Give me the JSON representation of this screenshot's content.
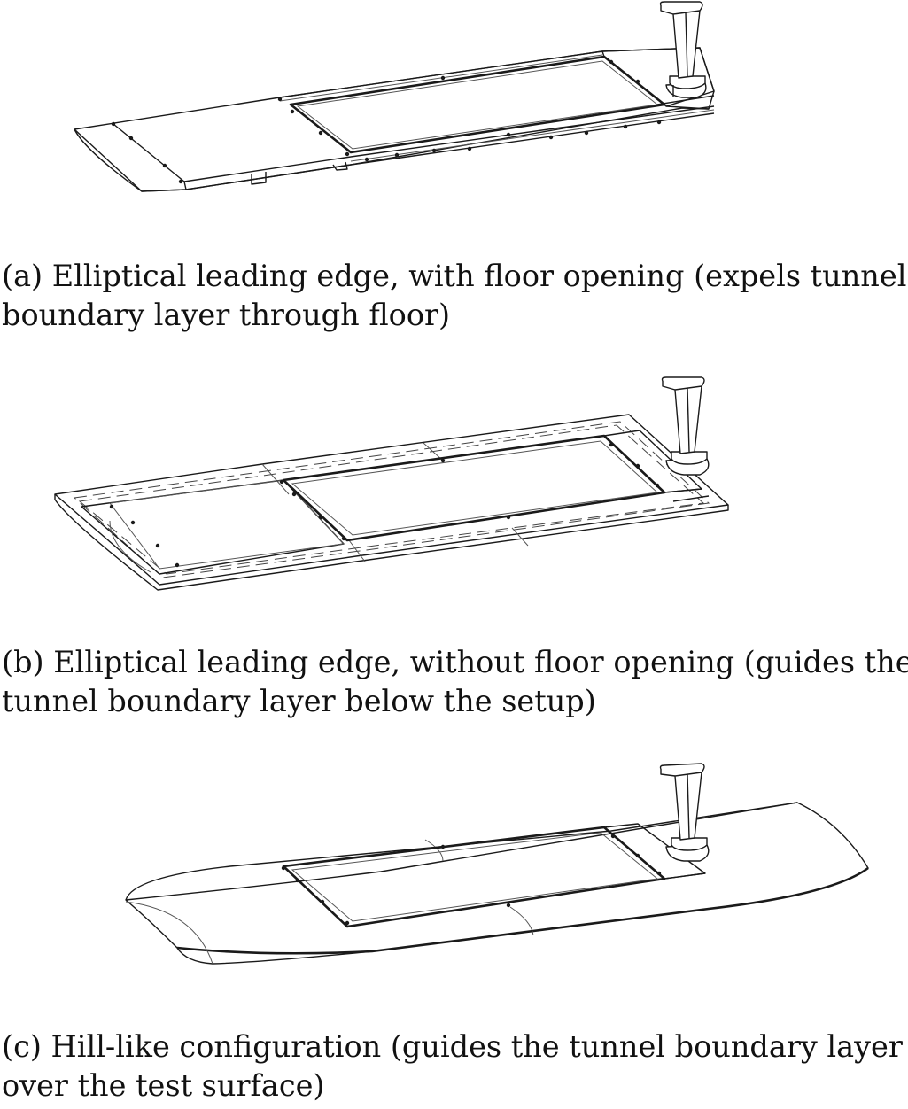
{
  "figures": [
    {
      "id": "a",
      "caption_line1": "(a) Elliptical leading edge, with floor opening (expels tunnel",
      "caption_line2": "boundary layer through floor)"
    },
    {
      "id": "b",
      "caption_line1": "(b) Elliptical leading edge, without floor opening (guides the",
      "caption_line2": "tunnel boundary layer below the setup)"
    },
    {
      "id": "c",
      "caption_line1": "(c) Hill-like configuration (guides the tunnel boundary layer",
      "caption_line2": "over the test surface)"
    }
  ]
}
